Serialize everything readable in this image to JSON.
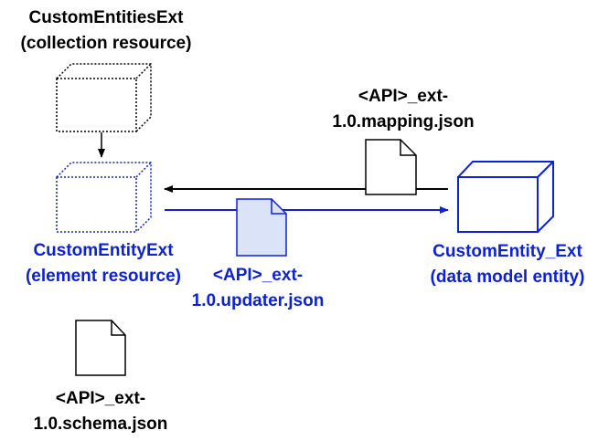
{
  "labels": {
    "collection_resource": {
      "line1": "CustomEntitiesExt",
      "line2": "(collection resource)"
    },
    "mapping_file": {
      "line1": "<API>_ext-",
      "line2": "1.0.mapping.json"
    },
    "element_resource": {
      "line1": "CustomEntityExt",
      "line2": "(element resource)"
    },
    "updater_file": {
      "line1": "<API>_ext-",
      "line2": "1.0.updater.json"
    },
    "data_model_entity": {
      "line1": "CustomEntity_Ext",
      "line2": "(data model entity)"
    },
    "schema_file": {
      "line1": "<API>_ext-",
      "line2": "1.0.schema.json"
    }
  },
  "colors": {
    "black": "#000000",
    "blue": "#0b22d6",
    "updater_fill": "#dae3f7"
  },
  "icons": [
    "cube-icon",
    "document-icon",
    "arrow-icon"
  ]
}
